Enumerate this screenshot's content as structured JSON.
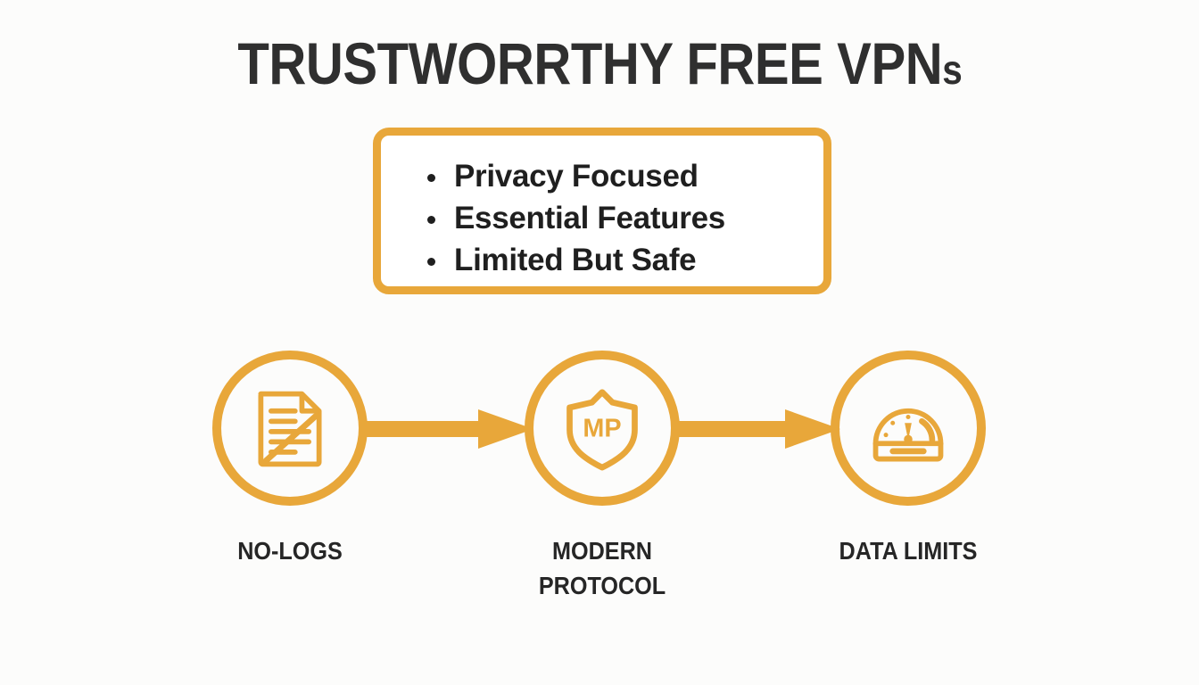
{
  "theme": {
    "background": "#fcfcfb",
    "accent": "#e8a73a",
    "text_dark": "#2f2f2f",
    "box_fill": "#ffffff"
  },
  "title": {
    "main": "TRUSTWORRTHY FREE VPN",
    "suffix": "s"
  },
  "callout": {
    "bullets": [
      {
        "text": "Privacy Focused"
      },
      {
        "text": "Essential Features"
      },
      {
        "text": "Limited But Safe"
      }
    ]
  },
  "flow": {
    "nodes": [
      {
        "id": "no-logs",
        "icon": "document-strikethrough-icon",
        "label_line1": "NO-LOGS",
        "label_line2": ""
      },
      {
        "id": "modern-protocol",
        "icon": "shield-mp-icon",
        "icon_text": "MP",
        "label_line1": "MODERN",
        "label_line2": "PROTOCOL"
      },
      {
        "id": "data-limits",
        "icon": "speedometer-gauge-icon",
        "label_line1": "DATA LIMITS",
        "label_line2": ""
      }
    ],
    "arrows": [
      {
        "id": "arrow-1",
        "direction": "right"
      },
      {
        "id": "arrow-2",
        "direction": "right"
      }
    ]
  }
}
